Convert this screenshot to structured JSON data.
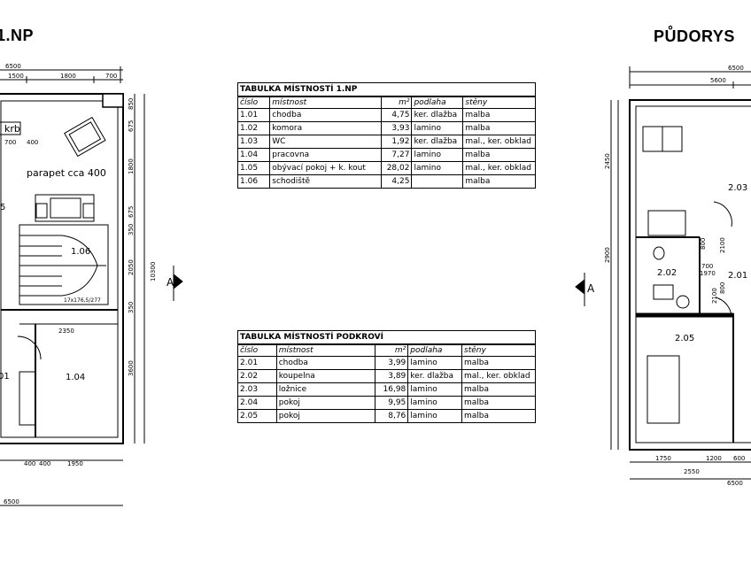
{
  "titles": {
    "floor1": "1.NP",
    "floor2": "PŮDORYS"
  },
  "plan_left": {
    "dims_top": [
      "6500",
      "1500",
      "1800",
      "700"
    ],
    "dims_right": [
      "850",
      "675",
      "1800",
      "675",
      "350",
      "2050",
      "350",
      "3600"
    ],
    "dim_total_v": "10300",
    "dims_stairs": [
      "17x176,5/277"
    ],
    "dim_mid": "2350",
    "dims_bottom": [
      "400",
      "400",
      "1950"
    ],
    "dim_bottom_total": "6500",
    "krb": "krb",
    "small_dims": [
      "700",
      "400"
    ],
    "parapet": "parapet cca 400",
    "rooms": [
      "1.06",
      "1.04",
      "01",
      "5"
    ],
    "section": "A"
  },
  "plan_right": {
    "dims_top": [
      "6500",
      "5600"
    ],
    "dims_left": [
      "2450",
      "2900"
    ],
    "dims_mid": [
      "700",
      "1970",
      "800",
      "2100",
      "800",
      "2100"
    ],
    "rooms": [
      "2.03",
      "2.02",
      "2.01",
      "2.05"
    ],
    "dims_bottom": [
      "1750",
      "1200",
      "600",
      "2550",
      "6500"
    ],
    "section": "A"
  },
  "table1": {
    "caption": "TABULKA MÍSTNOSTÍ 1.NP",
    "headers": [
      "číslo",
      "místnost",
      "m²",
      "podlaha",
      "stěny"
    ],
    "rows": [
      [
        "1.01",
        "chodba",
        "4,75",
        "ker. dlažba",
        "malba"
      ],
      [
        "1.02",
        "komora",
        "3,93",
        "lamino",
        "malba"
      ],
      [
        "1.03",
        "WC",
        "1,92",
        "ker. dlažba",
        "mal., ker. obklad"
      ],
      [
        "1.04",
        "pracovna",
        "7,27",
        "lamino",
        "malba"
      ],
      [
        "1.05",
        "obývací pokoj + k. kout",
        "28,02",
        "lamino",
        "mal., ker. obklad"
      ],
      [
        "1.06",
        "schodiště",
        "4,25",
        "",
        "malba"
      ]
    ]
  },
  "table2": {
    "caption": "TABULKA MÍSTNOSTÍ PODKROVÍ",
    "headers": [
      "číslo",
      "místnost",
      "m²",
      "podlaha",
      "stěny"
    ],
    "rows": [
      [
        "2.01",
        "chodba",
        "3,99",
        "lamino",
        "malba"
      ],
      [
        "2.02",
        "koupelna",
        "3,89",
        "ker. dlažba",
        "mal., ker. obklad"
      ],
      [
        "2.03",
        "ložnice",
        "16,98",
        "lamino",
        "malba"
      ],
      [
        "2.04",
        "pokoj",
        "9,95",
        "lamino",
        "malba"
      ],
      [
        "2.05",
        "pokoj",
        "8,76",
        "lamino",
        "malba"
      ]
    ]
  }
}
